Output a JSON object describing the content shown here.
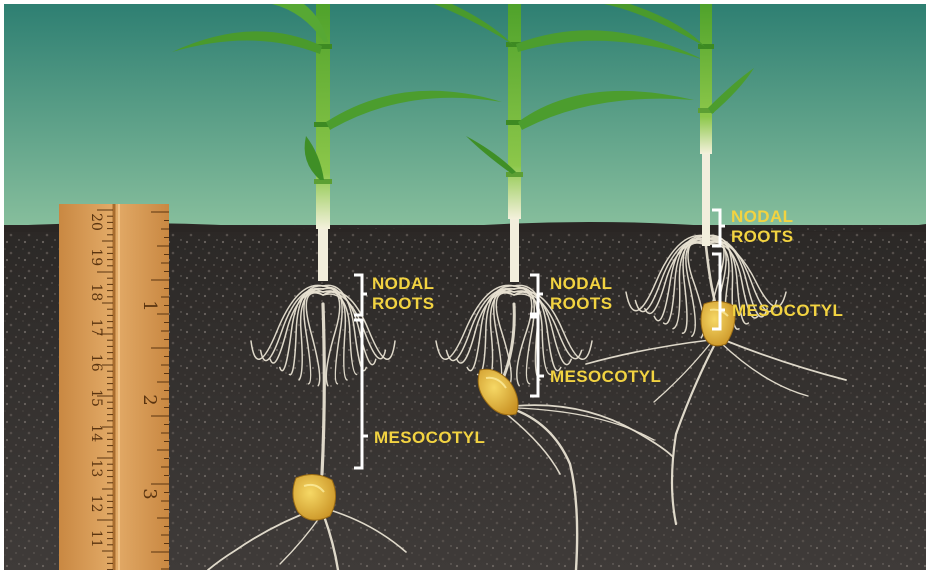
{
  "colors": {
    "label": "#F2D341",
    "bracket": "#FFFFFF",
    "sky_top": "#2E7F72",
    "sky_bottom": "#7FB89A",
    "soil": "#3A3634",
    "ruler": "#D89A55",
    "stem": "#4FA22B",
    "kernel": "#E3B43A",
    "root": "#E8E2D2"
  },
  "plants": [
    {
      "nodal_label": [
        "NODAL",
        "ROOTS"
      ],
      "mesocotyl_label": "MESOCOTYL"
    },
    {
      "nodal_label": [
        "NODAL",
        "ROOTS"
      ],
      "mesocotyl_label": "MESOCOTYL"
    },
    {
      "nodal_label": [
        "NODAL",
        "ROOTS"
      ],
      "mesocotyl_label": "MESOCOTYL"
    }
  ],
  "ruler": {
    "cm_labels": [
      "20",
      "19",
      "18",
      "17",
      "16",
      "15",
      "14",
      "13",
      "12",
      "11"
    ],
    "inch_labels": [
      "1",
      "2",
      "3"
    ]
  }
}
